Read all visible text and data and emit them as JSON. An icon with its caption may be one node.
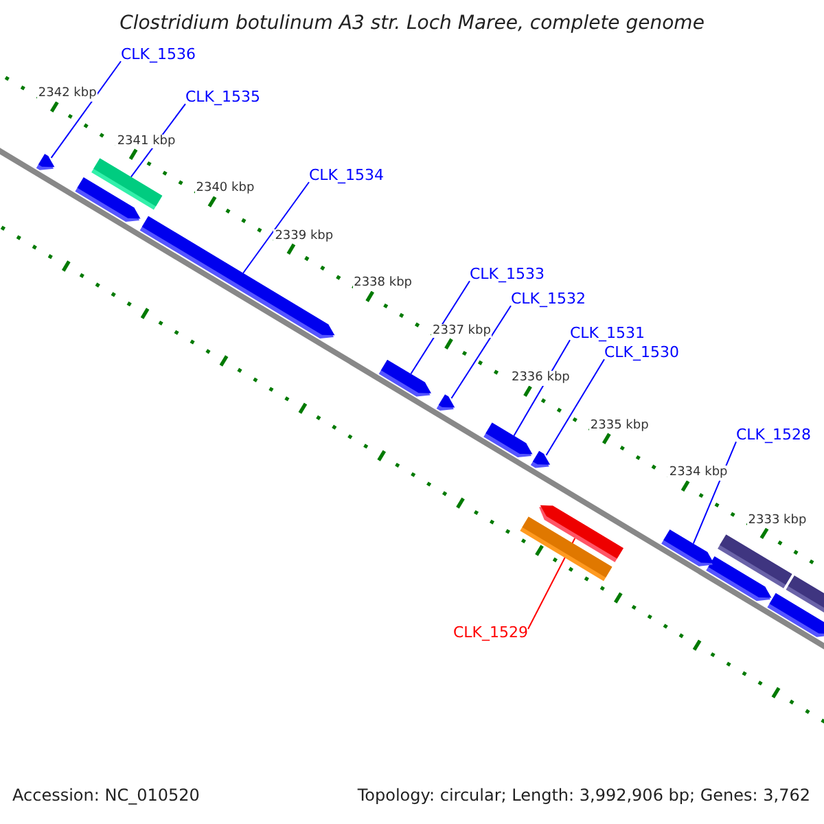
{
  "diagram": {
    "title": "Clostridium botulinum A3 str. Loch Maree, complete genome",
    "nodes": [
      {
        "text": [
          "CLK_1536"
        ]
      },
      {
        "text": [],
        "shape": "arrow"
      },
      {
        "text": [
          "CLK_1535"
        ]
      },
      {
        "text": [],
        "shape": "box"
      },
      {
        "text": [
          "CLK_1534"
        ]
      },
      {
        "text": [],
        "shape": "arrow"
      },
      {
        "text": [
          "CLK_1533"
        ]
      },
      {
        "text": [],
        "shape": "arrow"
      },
      {
        "text": [
          "CLK_1532"
        ]
      },
      {
        "text": [],
        "shape": "arrow"
      },
      {
        "text": [
          "CLK_1531"
        ]
      },
      {
        "text": [],
        "shape": "arrow"
      },
      {
        "text": [
          "CLK_1530"
        ]
      },
      {
        "text": [],
        "shape": "arrow"
      },
      {
        "text": [
          "CLK_1528"
        ]
      },
      {
        "text": [],
        "shape": "arrow"
      },
      {
        "text": [],
        "shape": "arrow"
      },
      {
        "text": [
          "CLK_1529"
        ]
      }
    ],
    "edges": [
      {
        "from": 0,
        "to": 1,
        "arrow": "none"
      },
      {
        "from": 2,
        "to": 3,
        "arrow": "none"
      },
      {
        "from": 4,
        "to": 5,
        "arrow": "none"
      },
      {
        "from": 6,
        "to": 7,
        "arrow": "none"
      },
      {
        "from": 8,
        "to": 9,
        "arrow": "none"
      },
      {
        "from": 10,
        "to": 11,
        "arrow": "none"
      },
      {
        "from": 12,
        "to": 13,
        "arrow": "none"
      },
      {
        "from": 14,
        "to": 15,
        "arrow": "none"
      },
      {
        "from": 17,
        "to": 16,
        "arrow": "none",
        "color": "#ff0000"
      }
    ],
    "labels": [
      "2342 kbp",
      "2341 kbp",
      "2340 kbp",
      "2339 kbp",
      "2338 kbp",
      "2337 kbp",
      "2336 kbp",
      "2335 kbp",
      "2334 kbp",
      "2333 kbp",
      "Accession: NC_010520",
      "Topology: circular; Length: 3,992,906 bp; Genes: 3,762"
    ]
  }
}
